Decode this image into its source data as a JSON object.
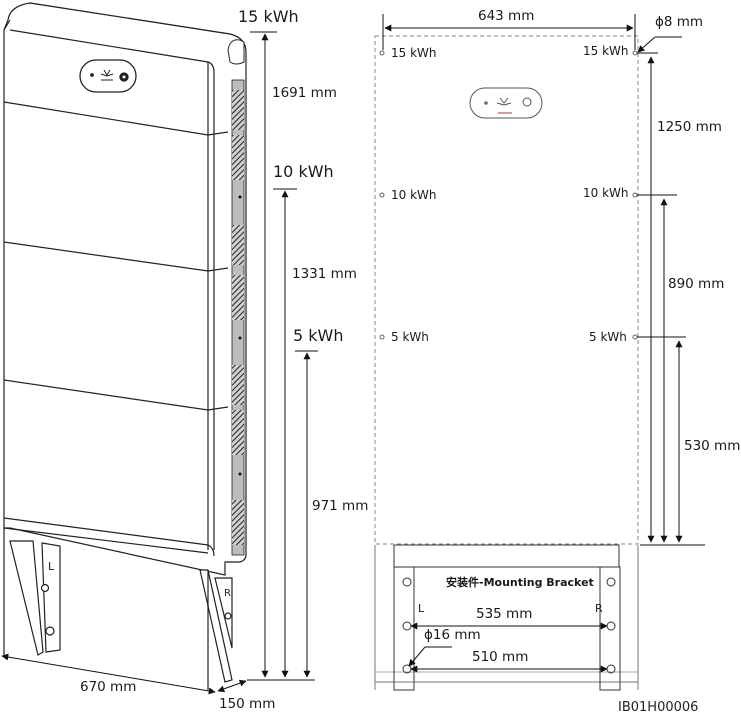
{
  "left_view": {
    "levels": [
      {
        "label": "15 kWh",
        "height": "1691 mm"
      },
      {
        "label": "10 kWh",
        "height": "1331 mm"
      },
      {
        "label": "5 kWh",
        "height": "971 mm"
      }
    ],
    "width": "670 mm",
    "depth": "150 mm",
    "bracket_left_mark": "L",
    "bracket_right_mark": "R"
  },
  "right_view": {
    "hole_spacing_width": "643 mm",
    "hole_diameter": "ϕ8 mm",
    "left_hole_labels": [
      "15 kWh",
      "10 kWh",
      "5 kWh"
    ],
    "right_hole_labels": [
      "15 kWh",
      "10 kWh",
      "5 kWh"
    ],
    "hole_heights": [
      "1250 mm",
      "890 mm",
      "530 mm"
    ],
    "bracket": {
      "title": "安装件-Mounting  Bracket",
      "left_mark": "L",
      "right_mark": "R",
      "upper_hole_spacing": "535 mm",
      "lower_hole_spacing": "510 mm",
      "hole_diameter": "ϕ16 mm"
    }
  },
  "figure_id": "IB01H00006"
}
